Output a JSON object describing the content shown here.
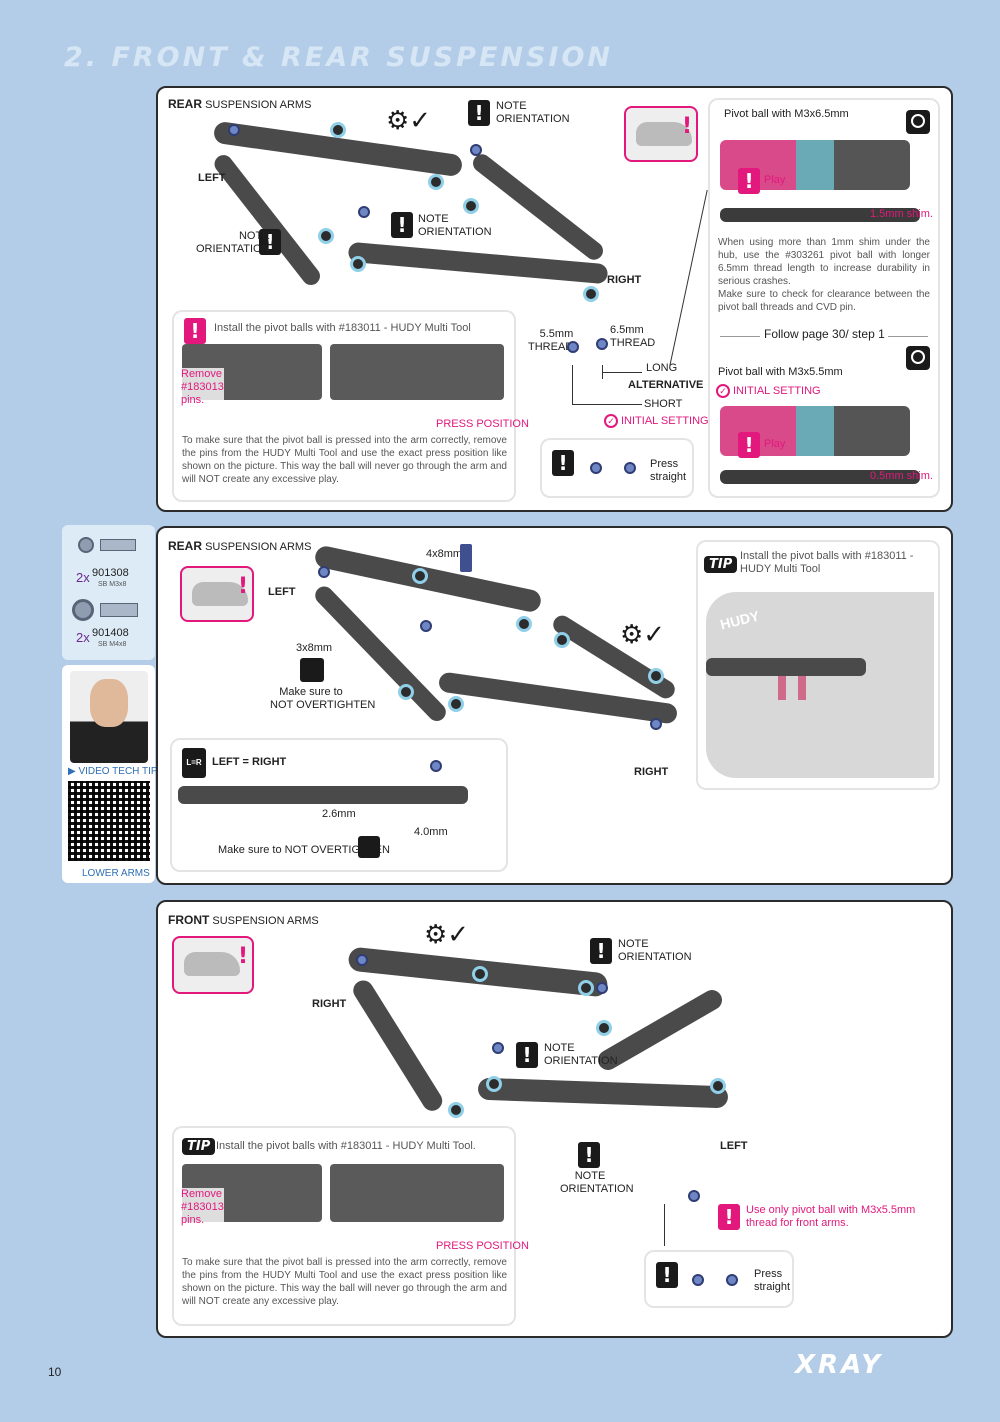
{
  "page": {
    "title": "2. FRONT & REAR SUSPENSION",
    "page_number": "10",
    "brand": "XRAY"
  },
  "section1": {
    "header_letter": "R",
    "header_rest": "EAR",
    "header_label": "SUSPENSION ARMS",
    "left_label_letter": "L",
    "left_label_rest": "EFT",
    "right_label_letter": "R",
    "right_label_rest": "IGHT",
    "note_orientation": "NOTE\nORIENTATION",
    "note1": "NOTE",
    "note2": "ORIENTATION",
    "thread_55": "5.5mm",
    "thread_label": "THREAD",
    "thread_65": "6.5mm",
    "long": "LONG",
    "alternative": "ALTERNATIVE",
    "short": "SHORT",
    "initial_setting": "INITIAL SETTING",
    "install_box": {
      "text": "Install the pivot balls with #183011 - HUDY Multi Tool",
      "remove": "Remove",
      "part": "#183013",
      "pins": "pins.",
      "press_position": "PRESS POSITION",
      "para": "To make sure that the pivot ball is pressed into the arm correctly, remove the pins from the HUDY Multi Tool and use the exact press position like shown on the picture. This way the ball will never go through the arm and will NOT create any excessive play."
    },
    "press_box": {
      "press": "Press",
      "straight": "straight"
    },
    "detail_box": {
      "pivot_65": "Pivot ball with M3x6.5mm",
      "play": "Play",
      "shim_15": "1.5mm shim.",
      "para1": "When using more than 1mm shim under the hub, use the #303261 pivot ball with longer 6.5mm thread length to increase durability in serious crashes.",
      "para2": "Make sure to check for clearance between the pivot ball threads and CVD pin.",
      "follow": "Follow page 30/ step 1",
      "pivot_55": "Pivot ball with M3x5.5mm",
      "initial_setting": "INITIAL SETTING",
      "play2": "Play",
      "shim_05": "0.5mm shim."
    }
  },
  "side": {
    "qty1": "2x",
    "part1": "901308",
    "desc1": "SB M3x8",
    "qty2": "2x",
    "part2": "901408",
    "desc2": "SB M4x8",
    "video_tip": "VIDEO TECH TIP",
    "lower_arms": "LOWER ARMS"
  },
  "section2": {
    "header_letter": "R",
    "header_rest": "EAR",
    "header_label": "SUSPENSION ARMS",
    "left_label_letter": "L",
    "left_label_rest": "EFT",
    "right_label_letter": "R",
    "right_label_rest": "IGHT",
    "screw_4x8": "4x8mm",
    "screw_3x8": "3x8mm",
    "make_sure": "Make sure to",
    "not_overtighten": "NOT OVERTIGHTEN",
    "tip_label": "TIP",
    "tip_text1": "Install the pivot balls with #183011 -",
    "tip_text2": "HUDY Multi Tool",
    "tool_brand": "HUDY",
    "left_right_icon": "L=R",
    "left_right": "LEFT = RIGHT",
    "dim_26": "2.6mm",
    "dim_40": "4.0mm",
    "make_sure_full": "Make sure to NOT OVERTIGHTEN"
  },
  "section3": {
    "header_letter": "F",
    "header_rest": "RONT",
    "header_label": "SUSPENSION ARMS",
    "right_label_letter": "R",
    "right_label_rest": "IGHT",
    "left_label_letter": "L",
    "left_label_rest": "EFT",
    "note1": "NOTE",
    "note2": "ORIENTATION",
    "use_only1": "Use only pivot ball with M3x5.5mm",
    "use_only2": "thread for front arms.",
    "tip_label": "TIP",
    "install_box": {
      "text": "Install the pivot balls with #183011 - HUDY Multi Tool.",
      "remove": "Remove",
      "part": "#183013",
      "pins": "pins.",
      "press_position": "PRESS POSITION",
      "para": "To make sure that the pivot ball is pressed into the arm correctly, remove the pins from the HUDY Multi Tool and use the exact press position like shown on the picture. This way the ball will never go through the arm and will NOT create any excessive play."
    },
    "press_box": {
      "press": "Press",
      "straight": "straight"
    }
  },
  "colors": {
    "background": "#b3cde8",
    "accent": "#e2187d",
    "panel_border": "#2b2b2b",
    "title": "#d7e6f4"
  },
  "icons": [
    "warning-icon",
    "gear-check-icon",
    "magnifier-icon",
    "car-icon",
    "qr-code",
    "check-icon"
  ]
}
